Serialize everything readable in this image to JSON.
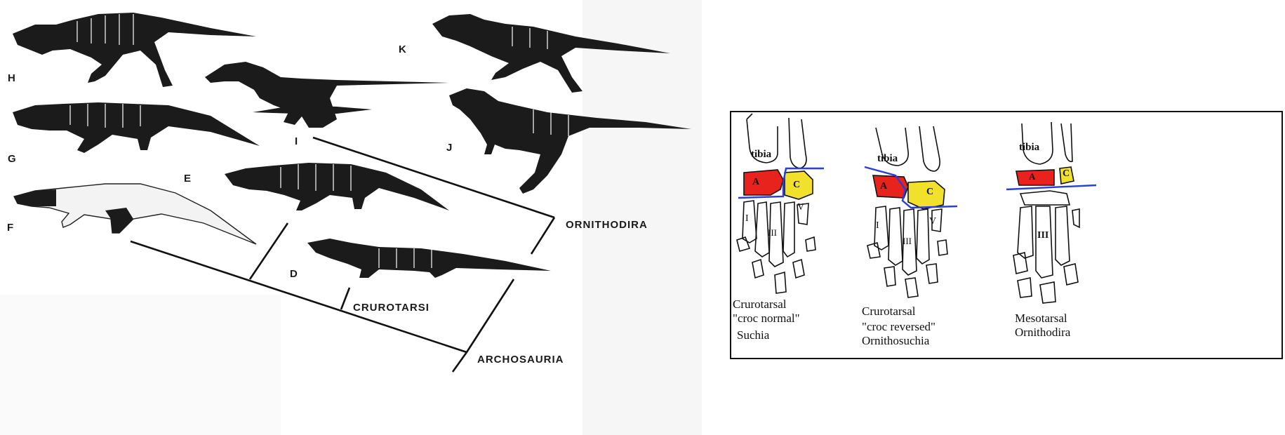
{
  "phylogeny": {
    "taxa": {
      "H": "H",
      "G": "G",
      "F": "F",
      "E": "E",
      "D": "D",
      "I": "I",
      "J": "J",
      "K": "K"
    },
    "clades": {
      "ornithodira": "ORNITHODIRA",
      "crurotarsi": "CRUROTARSI",
      "archosauria": "ARCHOSAURIA"
    }
  },
  "ankle_panel": {
    "bone_labels": {
      "tibia": "tibia",
      "astragalus": "A",
      "calcaneum": "C",
      "digit_i": "I",
      "digit_iii": "III",
      "digit_v": "V"
    },
    "bone_colors": {
      "astragalus": "#e8221c",
      "calcaneum": "#f2e12c",
      "joint_line": "#2a3fd6"
    },
    "captions": [
      {
        "line1": "Crurotarsal",
        "line2": "\"croc normal\"",
        "line3": "Suchia"
      },
      {
        "line1": "Crurotarsal",
        "line2": "\"croc reversed\"",
        "line3": "Ornithosuchia"
      },
      {
        "line1": "Mesotarsal",
        "line2": "Ornithodira",
        "line3": ""
      }
    ]
  }
}
